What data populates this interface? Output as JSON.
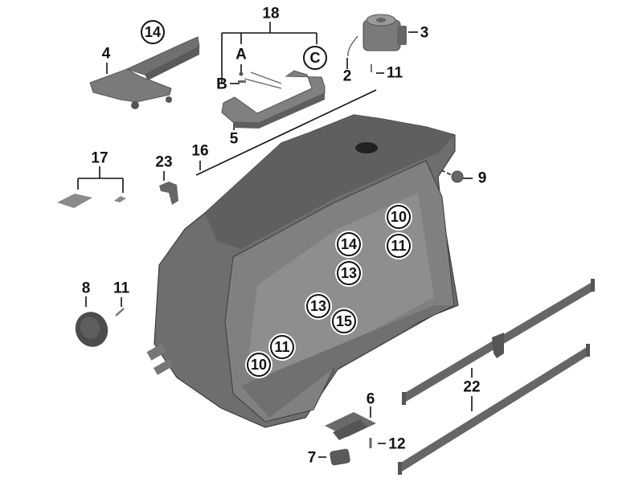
{
  "diagram": {
    "type": "exploded-parts-diagram",
    "subject": "Glovebox housing assembly",
    "colors": {
      "part_fill": "#6b6b6b",
      "part_dark": "#4a4a4a",
      "part_light": "#8c8c8c",
      "line": "#111111",
      "background": "#ffffff"
    }
  },
  "callouts": {
    "c14_top": "14",
    "c4": "4",
    "c18": "18",
    "cA": "A",
    "cB": "B",
    "cC": "C",
    "c5": "5",
    "c3": "3",
    "c2": "2",
    "c11_top": "11",
    "c17": "17",
    "c23": "23",
    "c16": "16",
    "c9": "9",
    "c10_right": "10",
    "c11_right": "11",
    "c14_mid": "14",
    "c13_mid": "13",
    "c13_left": "13",
    "c15": "15",
    "c11_low": "11",
    "c10_low": "10",
    "c8": "8",
    "c11_left": "11",
    "c6": "6",
    "c12": "12",
    "c7": "7",
    "c22": "22"
  }
}
